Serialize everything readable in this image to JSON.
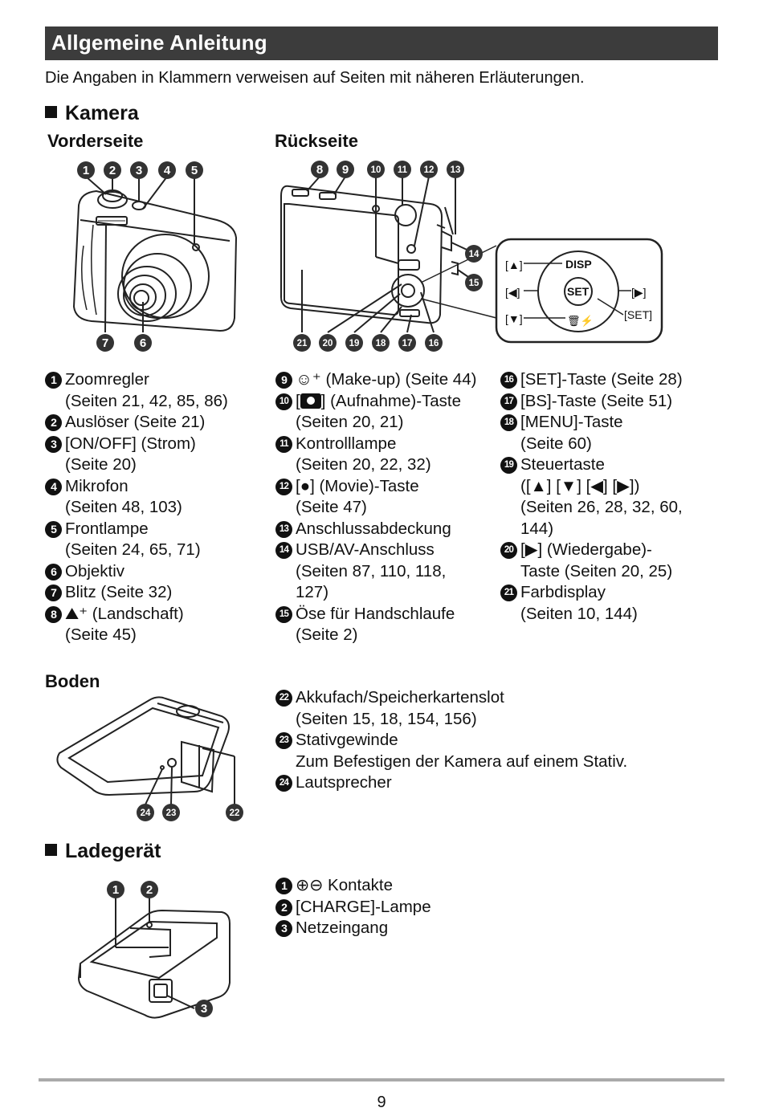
{
  "header": {
    "title": "Allgemeine Anleitung"
  },
  "intro": "Die Angaben in Klammern verweisen auf Seiten mit näheren Erläuterungen.",
  "camera": {
    "heading": "Kamera",
    "front_label": "Vorderseite",
    "back_label": "Rückseite",
    "bottom_label": "Boden",
    "dpad": {
      "up": "[▲]",
      "left": "[◀]",
      "down": "[▼]",
      "disp": "DISP",
      "set": "SET",
      "right": "[▶]",
      "set_label": "[SET]"
    },
    "col1": [
      {
        "num": "1",
        "lines": [
          "Zoomregler",
          "(Seiten 21, 42, 85, 86)"
        ]
      },
      {
        "num": "2",
        "lines": [
          "Auslöser (Seite 21)"
        ]
      },
      {
        "num": "3",
        "lines": [
          "[ON/OFF] (Strom)",
          "(Seite 20)"
        ]
      },
      {
        "num": "4",
        "lines": [
          "Mikrofon",
          "(Seiten 48, 103)"
        ]
      },
      {
        "num": "5",
        "lines": [
          "Frontlampe",
          "(Seiten 24, 65, 71)"
        ]
      },
      {
        "num": "6",
        "lines": [
          "Objektiv"
        ]
      },
      {
        "num": "7",
        "lines": [
          "Blitz (Seite 32)"
        ]
      },
      {
        "num": "8",
        "lines": [
          "(Landschaft)",
          "(Seite 45)"
        ]
      }
    ],
    "col2": [
      {
        "num": "9",
        "lines": [
          "(Make-up) (Seite 44)"
        ]
      },
      {
        "num": "10",
        "lines": [
          "] (Aufnahme)-Taste",
          "(Seiten 20, 21)"
        ]
      },
      {
        "num": "11",
        "lines": [
          "Kontrolllampe",
          "(Seiten 20, 22, 32)"
        ]
      },
      {
        "num": "12",
        "lines": [
          "[●] (Movie)-Taste",
          "(Seite 47)"
        ]
      },
      {
        "num": "13",
        "lines": [
          "Anschlussabdeckung"
        ]
      },
      {
        "num": "14",
        "lines": [
          "USB/AV-Anschluss",
          "(Seiten 87, 110, 118,",
          "127)"
        ]
      },
      {
        "num": "15",
        "lines": [
          "Öse für Handschlaufe",
          "(Seite 2)"
        ]
      }
    ],
    "col3": [
      {
        "num": "16",
        "lines": [
          "[SET]-Taste (Seite 28)"
        ]
      },
      {
        "num": "17",
        "lines": [
          "[BS]-Taste (Seite 51)"
        ]
      },
      {
        "num": "18",
        "lines": [
          "[MENU]-Taste",
          "(Seite 60)"
        ]
      },
      {
        "num": "19",
        "lines": [
          "Steuertaste",
          "([▲] [▼] [◀] [▶])",
          "(Seiten 26, 28, 32, 60,",
          "144)"
        ]
      },
      {
        "num": "20",
        "lines": [
          "[▶] (Wiedergabe)-",
          "Taste (Seiten 20, 25)"
        ]
      },
      {
        "num": "21",
        "lines": [
          "Farbdisplay",
          "(Seiten 10, 144)"
        ]
      }
    ],
    "bottom_list": [
      {
        "num": "22",
        "lines": [
          "Akkufach/Speicherkartenslot",
          "(Seiten 15, 18, 154, 156)"
        ]
      },
      {
        "num": "23",
        "lines": [
          "Stativgewinde",
          "Zum Befestigen der Kamera auf einem Stativ."
        ]
      },
      {
        "num": "24",
        "lines": [
          "Lautsprecher"
        ]
      }
    ]
  },
  "charger": {
    "heading": "Ladegerät",
    "list": [
      {
        "num": "1",
        "lines": [
          "⊕⊖ Kontakte"
        ]
      },
      {
        "num": "2",
        "lines": [
          "[CHARGE]-Lampe"
        ]
      },
      {
        "num": "3",
        "lines": [
          "Netzeingang"
        ]
      }
    ]
  },
  "page_number": "9"
}
